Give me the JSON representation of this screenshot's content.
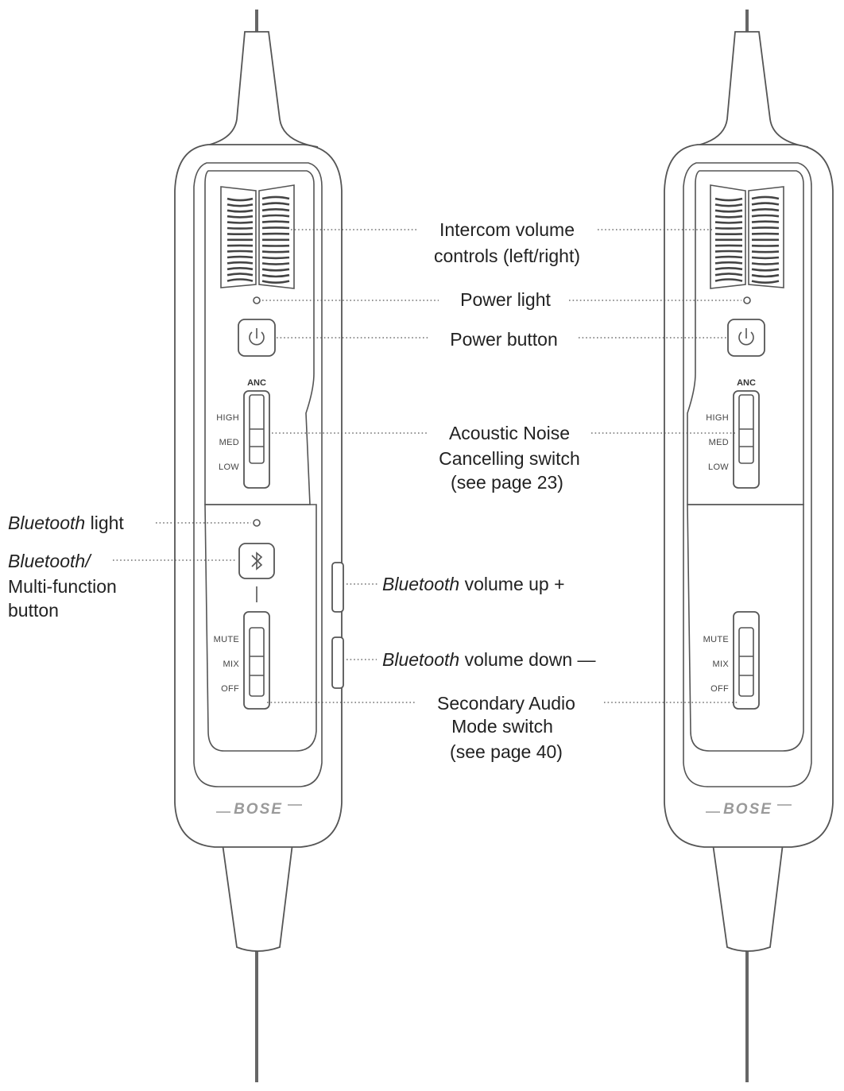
{
  "labels": {
    "intercom_line1": "Intercom volume",
    "intercom_line2": "controls (left/right)",
    "power_light": "Power light",
    "power_button": "Power button",
    "anc_line1": "Acoustic Noise",
    "anc_line2": "Cancelling switch",
    "anc_line3": "(see page 23)",
    "bt_light_italic": "Bluetooth",
    "bt_light_rest": " light",
    "bt_button_line1": "Bluetooth/",
    "bt_button_line2": "Multi-function",
    "bt_button_line3": "button",
    "vol_up_italic": "Bluetooth",
    "vol_up_rest": " volume up +",
    "vol_down_italic": "Bluetooth",
    "vol_down_rest": " volume down —",
    "sam_line1": "Secondary Audio",
    "sam_line2": "Mode switch",
    "sam_line3": "(see page 40)"
  },
  "device": {
    "anc_heading": "ANC",
    "anc_positions": [
      "HIGH",
      "MED",
      "LOW"
    ],
    "mode_positions": [
      "MUTE",
      "MIX",
      "OFF"
    ],
    "brand": "BOSE",
    "power_icon": "power-icon",
    "bluetooth_icon": "bluetooth-icon"
  }
}
